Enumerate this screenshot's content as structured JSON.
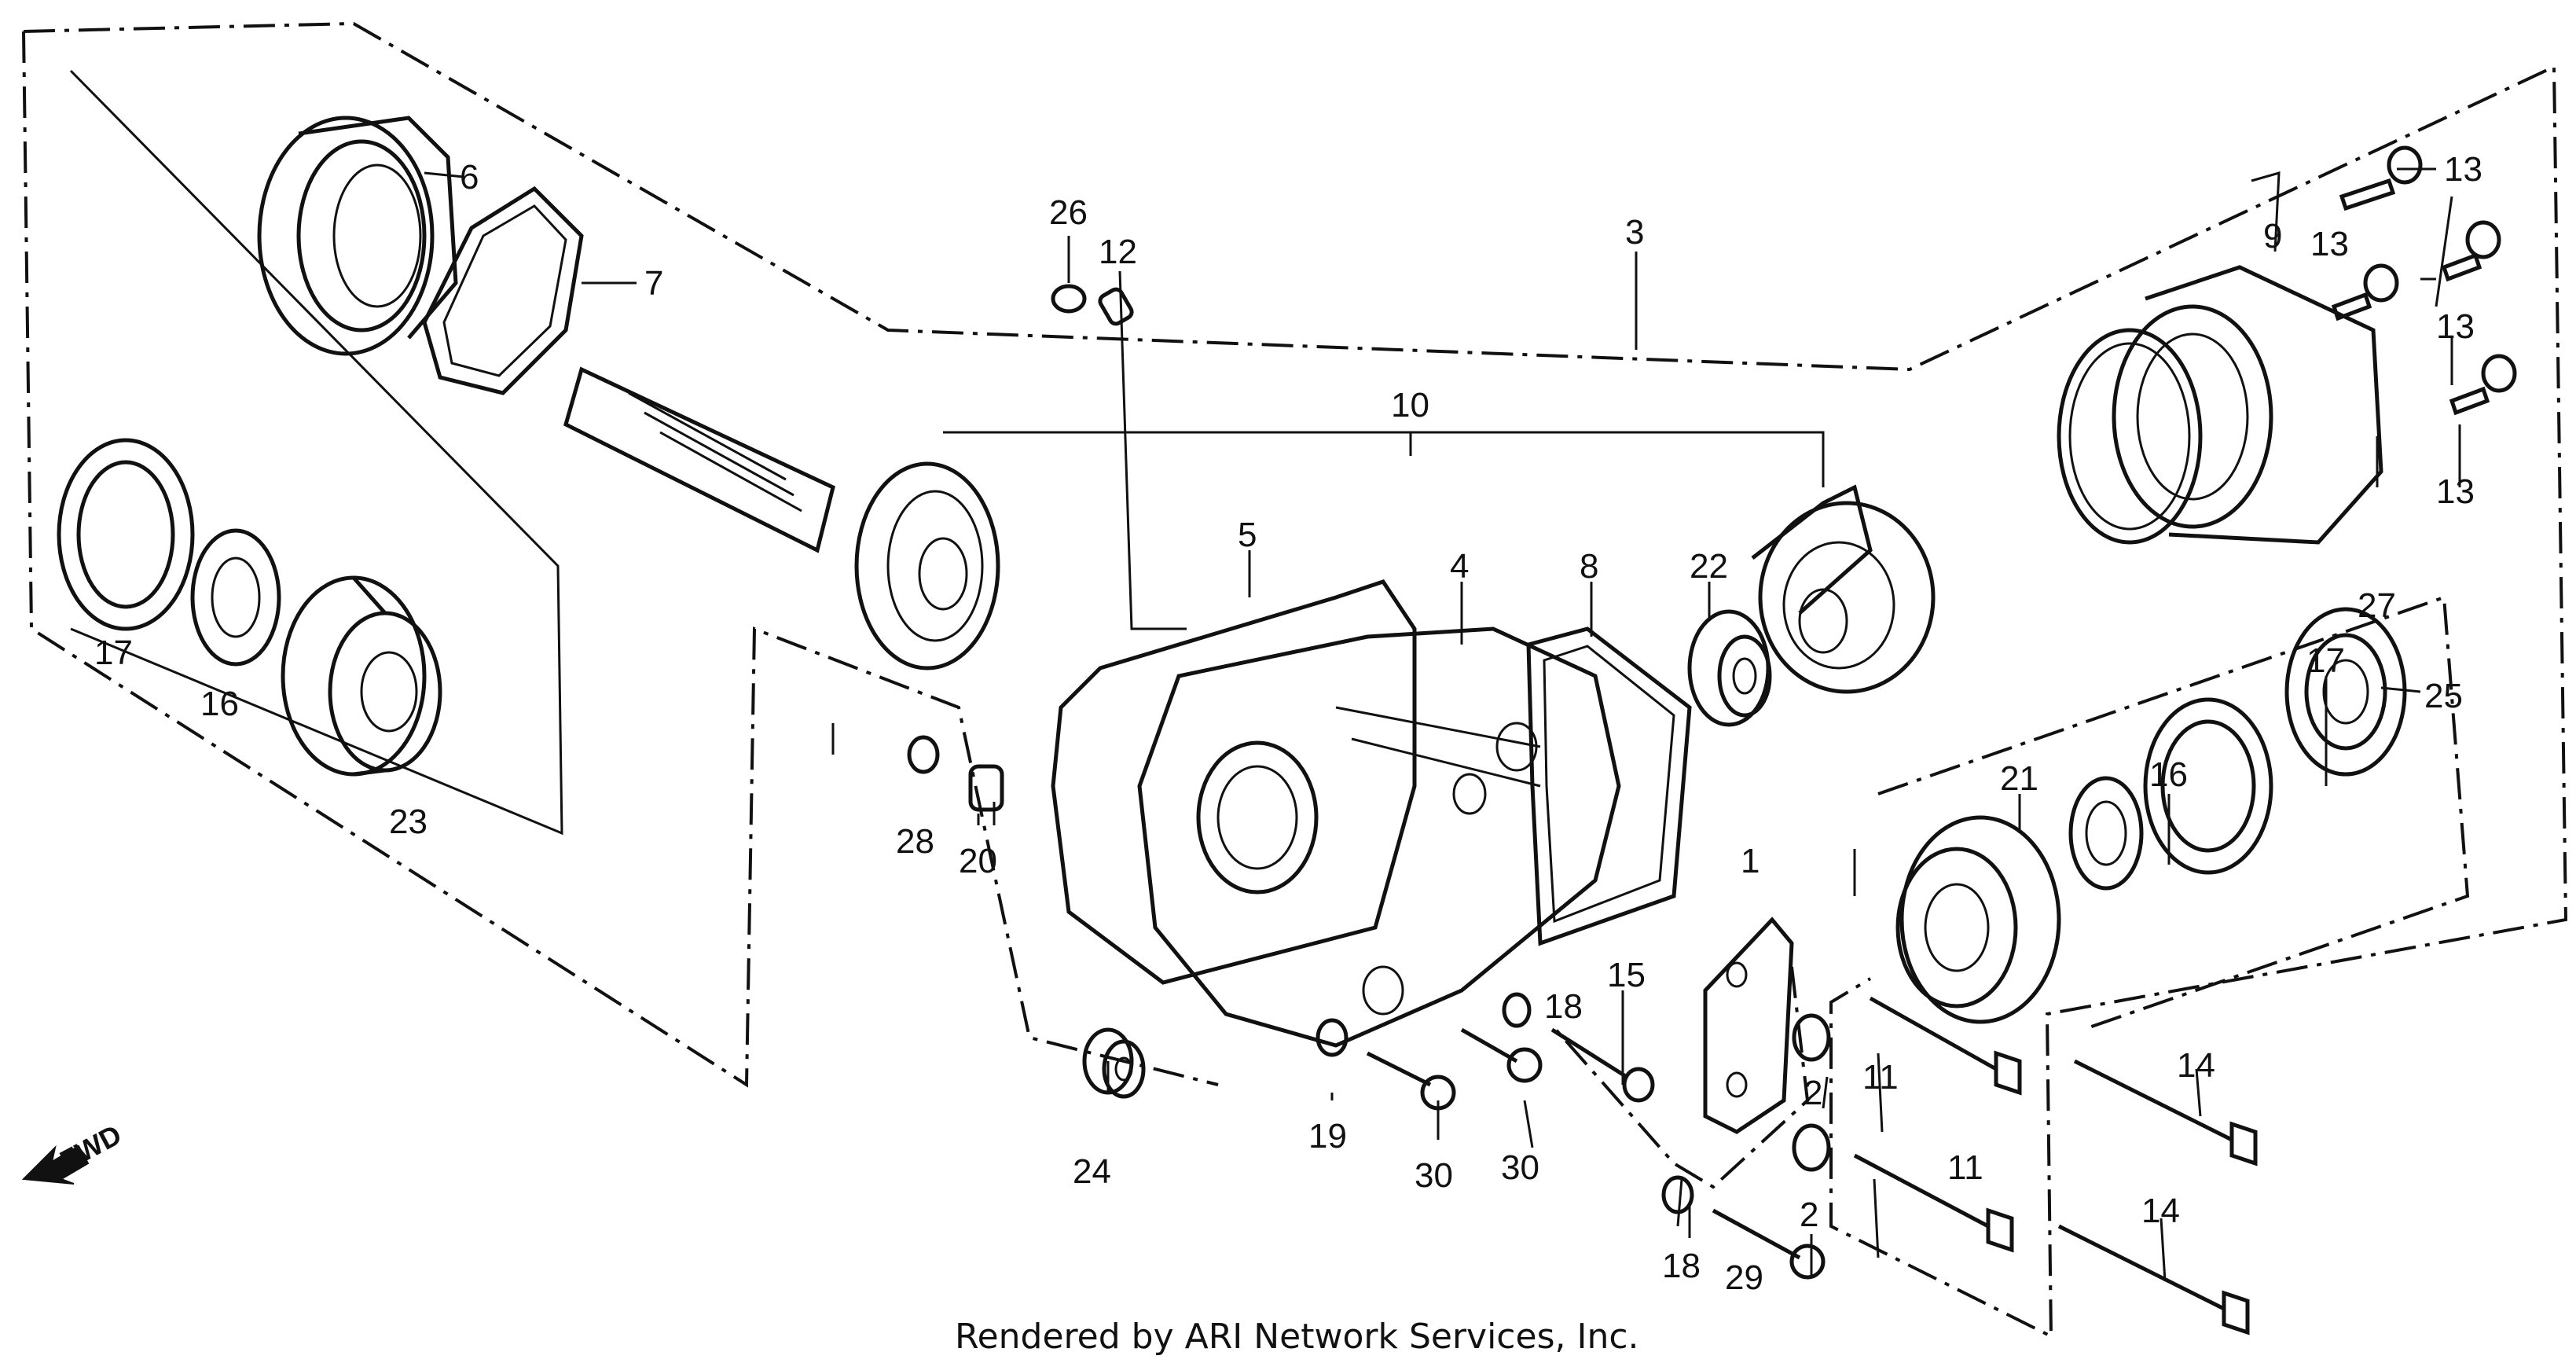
{
  "footer": "Rendered by ARI Network Services, Inc.",
  "direction_label": "FWD",
  "callouts": [
    {
      "id": "c6",
      "text": "6"
    },
    {
      "id": "c7",
      "text": "7"
    },
    {
      "id": "c26",
      "text": "26"
    },
    {
      "id": "c12",
      "text": "12"
    },
    {
      "id": "c3",
      "text": "3"
    },
    {
      "id": "c9",
      "text": "9"
    },
    {
      "id": "c13a",
      "text": "13"
    },
    {
      "id": "c13b",
      "text": "13"
    },
    {
      "id": "c13c",
      "text": "13"
    },
    {
      "id": "c13d",
      "text": "13"
    },
    {
      "id": "c10",
      "text": "10"
    },
    {
      "id": "c17a",
      "text": "17"
    },
    {
      "id": "c16a",
      "text": "16"
    },
    {
      "id": "c23",
      "text": "23"
    },
    {
      "id": "c5",
      "text": "5"
    },
    {
      "id": "c4",
      "text": "4"
    },
    {
      "id": "c8",
      "text": "8"
    },
    {
      "id": "c22",
      "text": "22"
    },
    {
      "id": "c27",
      "text": "27"
    },
    {
      "id": "c17b",
      "text": "17"
    },
    {
      "id": "c25",
      "text": "25"
    },
    {
      "id": "c16b",
      "text": "16"
    },
    {
      "id": "c21",
      "text": "21"
    },
    {
      "id": "c28",
      "text": "28"
    },
    {
      "id": "c20",
      "text": "20"
    },
    {
      "id": "c1",
      "text": "1"
    },
    {
      "id": "c18a",
      "text": "18"
    },
    {
      "id": "c15",
      "text": "15"
    },
    {
      "id": "c2a",
      "text": "2"
    },
    {
      "id": "c2b",
      "text": "2"
    },
    {
      "id": "c11a",
      "text": "11"
    },
    {
      "id": "c11b",
      "text": "11"
    },
    {
      "id": "c14a",
      "text": "14"
    },
    {
      "id": "c14b",
      "text": "14"
    },
    {
      "id": "c24",
      "text": "24"
    },
    {
      "id": "c19",
      "text": "19"
    },
    {
      "id": "c30a",
      "text": "30"
    },
    {
      "id": "c30b",
      "text": "30"
    },
    {
      "id": "c18b",
      "text": "18"
    },
    {
      "id": "c29",
      "text": "29"
    }
  ]
}
